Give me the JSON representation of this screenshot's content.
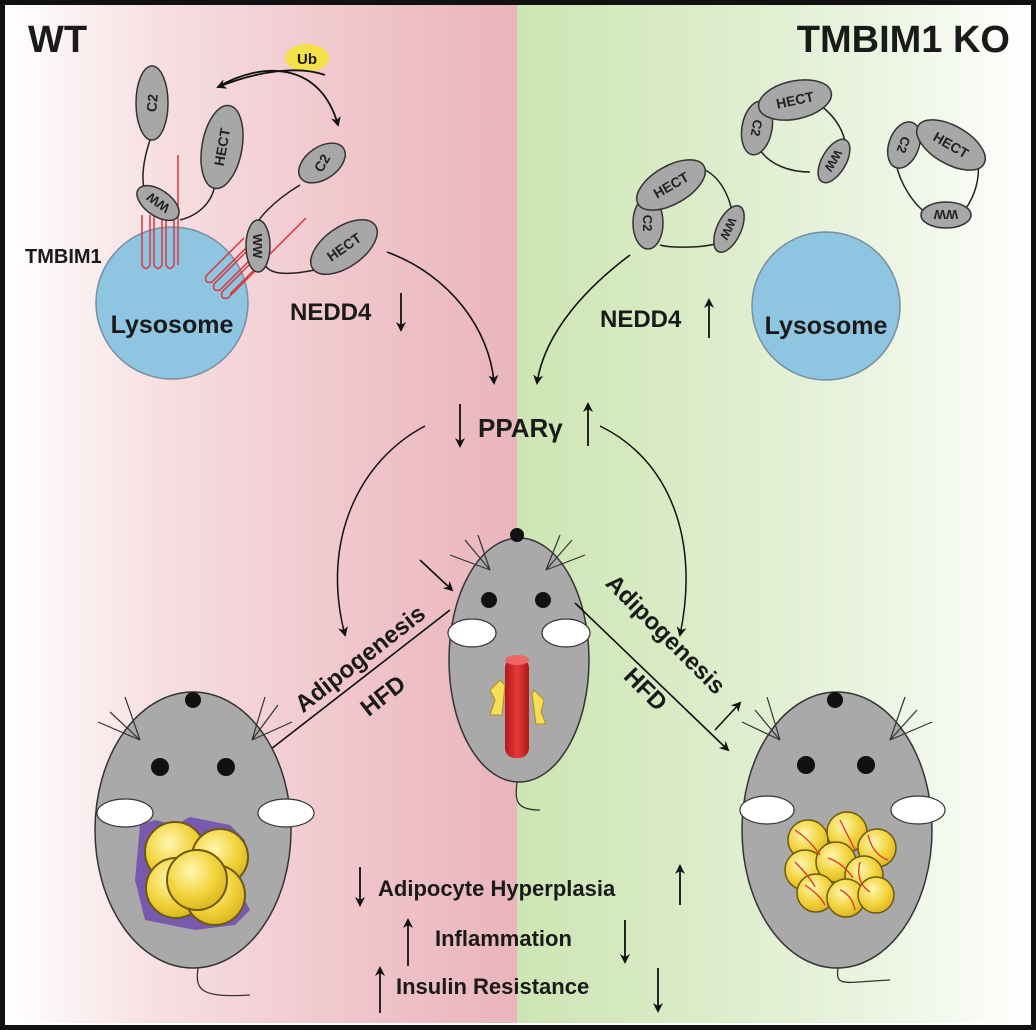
{
  "panels": {
    "left_title": "WT",
    "right_title": "TMBIM1 KO"
  },
  "colors": {
    "wt_background": "#eab5bd",
    "ko_background": "#cde5b3",
    "lysosome": "#8ec5e0",
    "domain_fill": "#a7a7a7",
    "tmbim1_lines": "#d9363e",
    "ub_badge": "#f5e04a",
    "adipocyte": "#f2d23a",
    "mouse_body": "#a9a9a9"
  },
  "wt": {
    "ub_label": "Ub",
    "tmbim1_label": "TMBIM1",
    "lysosome_label": "Lysosome",
    "nedd4_label": "NEDD4",
    "nedd4_change": "↓",
    "nedd4_domains": {
      "c2": "C2",
      "hect": "HECT",
      "ww": "WW"
    }
  },
  "ko": {
    "lysosome_label": "Lysosome",
    "nedd4_label": "NEDD4",
    "nedd4_change": "↑",
    "nedd4_domains": {
      "c2": "C2",
      "hect": "HECT",
      "ww": "WW"
    }
  },
  "center": {
    "pparg_label": "PPARγ",
    "pparg_wt_change": "↓",
    "pparg_ko_change": "↑",
    "adipogenesis_label": "Adipogenesis",
    "hfd_label": "HFD",
    "wt_adipogenesis_change": "↓",
    "ko_adipogenesis_change": "↑"
  },
  "outcomes": [
    {
      "label": "Adipocyte Hyperplasia",
      "wt_change": "↓",
      "ko_change": "↑"
    },
    {
      "label": "Inflammation",
      "wt_change": "↑",
      "ko_change": "↓"
    },
    {
      "label": "Insulin Resistance",
      "wt_change": "↑",
      "ko_change": "↓"
    }
  ]
}
